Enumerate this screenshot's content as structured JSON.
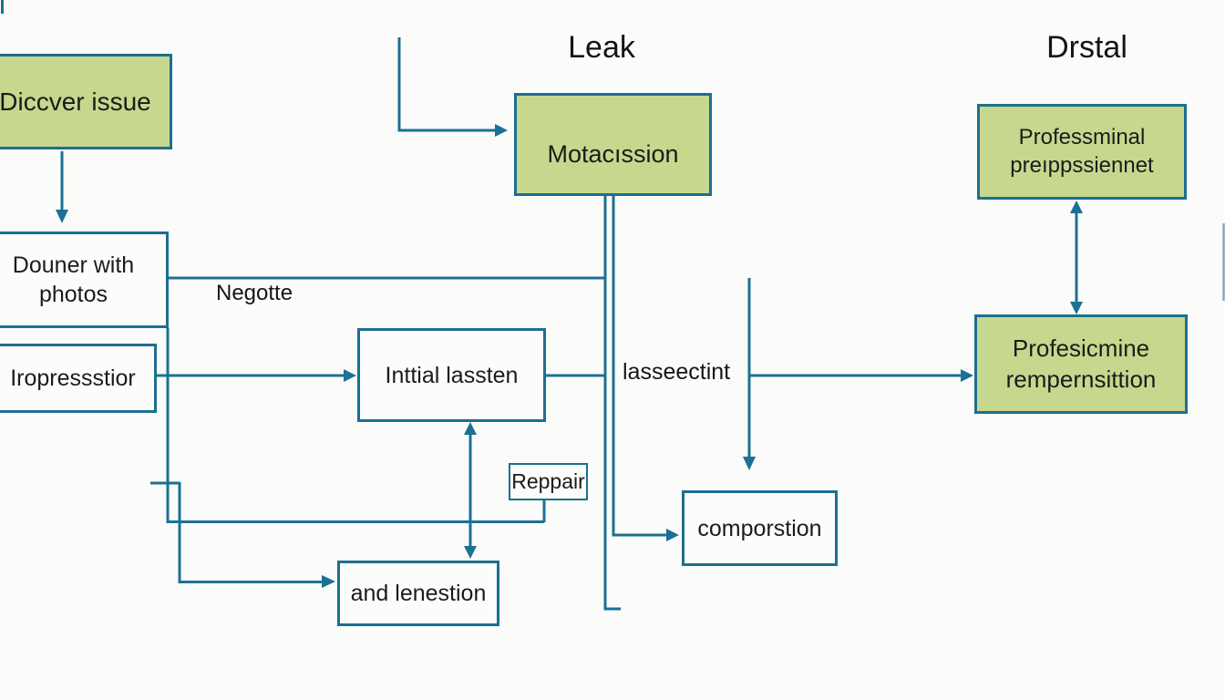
{
  "colors": {
    "line": "#1c7095",
    "box_border": "#1c6f90",
    "green_fill": "#c6d88e",
    "white_fill": "#fcfcfb",
    "text": "#1b1b1b",
    "bg": "#fbfbf9"
  },
  "titles": {
    "leak": "Leak",
    "drstal": "Drstal"
  },
  "nodes": {
    "discover_issue": "Diccver issue",
    "douner_with_photos": "Douner with photos",
    "iropressstior": "Iropressstior",
    "inttial_lassten": "Inttial lassten",
    "motacission": "Motacıssion",
    "reppair": "Reppair",
    "and_lenestion": "and lenestion",
    "comporstion": "comporstion",
    "professminal_preippssiennet": "Professminal preıppssiennet",
    "profesicmine_rempernsittion": "Profesicmine rempernsittion"
  },
  "edge_labels": {
    "negotte": "Negotte",
    "lasseectint": "lasseectint"
  }
}
